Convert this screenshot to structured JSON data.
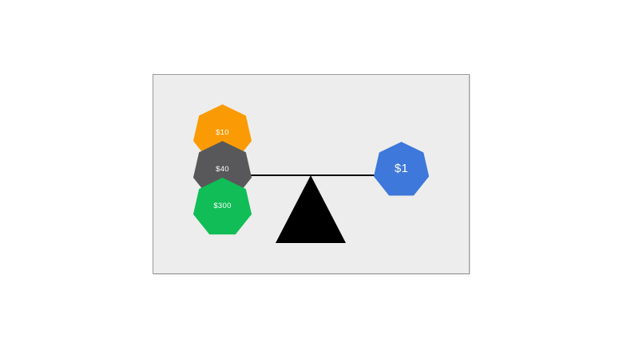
{
  "canvas": {
    "background": "#ededed",
    "border_color": "#9b9b9b"
  },
  "balance": {
    "description": "balance scale with heptagon weights",
    "beam_color": "#000000",
    "fulcrum_color": "#000000",
    "left_weights": [
      {
        "label": "$10",
        "color": "#fa9b05",
        "text_color": "#ffffff"
      },
      {
        "label": "$40",
        "color": "#58585a",
        "text_color": "#ffffff"
      },
      {
        "label": "$300",
        "color": "#11bd56",
        "text_color": "#ffffff"
      }
    ],
    "right_weights": [
      {
        "label": "$1",
        "color": "#3d78da",
        "text_color": "#ffffff"
      }
    ]
  }
}
